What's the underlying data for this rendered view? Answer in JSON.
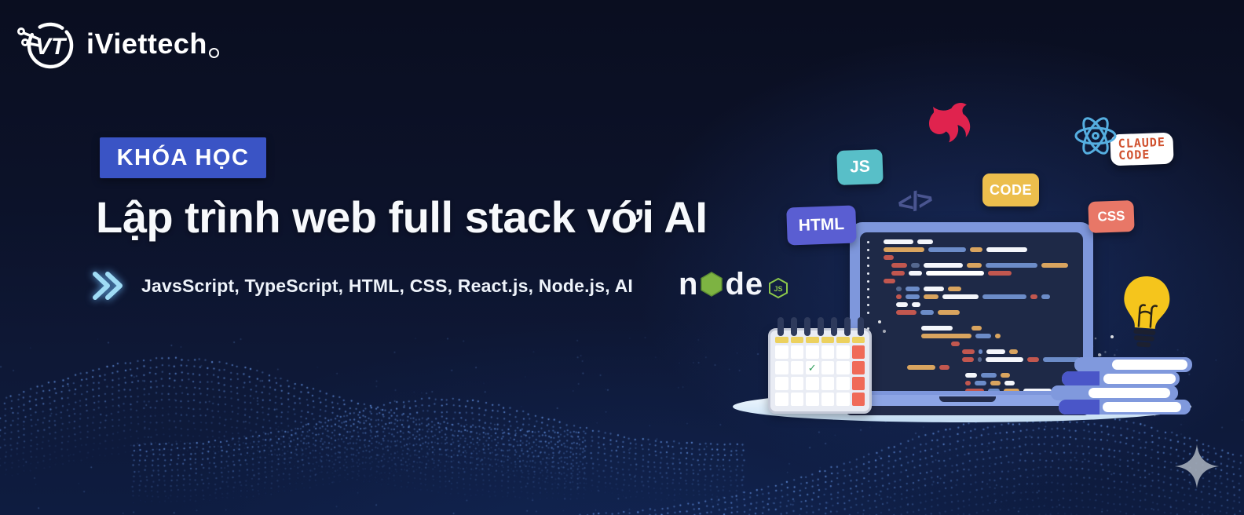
{
  "brand": {
    "name": "iViettech",
    "monogram": "VT"
  },
  "course_badge": {
    "label": "KHÓA HỌC",
    "color": "#3A54C5"
  },
  "title": "Lập trình web full stack với AI",
  "subtitle": "JavsScript, TypeScript, HTML, CSS, React.js, Node.js, AI",
  "tech_badges": [
    {
      "id": "js",
      "label": "JS",
      "color": "#58BFC8"
    },
    {
      "id": "code",
      "label": "CODE",
      "color": "#ECBE4D"
    },
    {
      "id": "html",
      "label": "HTML",
      "color": "#5A5ED2"
    },
    {
      "id": "css",
      "label": "CSS",
      "color": "#E87767"
    }
  ],
  "claude_badge": {
    "line1": "CLAUDE",
    "line2": "CODE",
    "text_color": "#D0502D"
  },
  "code_glyph": "</>",
  "node_logo": {
    "left": "n",
    "right": "d",
    "tail": "e",
    "suffix": "JS",
    "green": "#7DB342"
  },
  "icon_logos": [
    "nestjs",
    "react",
    "nodejs"
  ],
  "colors": {
    "background_top": "#0A0E20",
    "background_bottom": "#0E1C40",
    "accent_blue": "#3A54C5",
    "nest_red": "#E0234E",
    "react_blue": "#55AEE0",
    "node_green": "#7DB342",
    "bulb_yellow": "#F5C51C",
    "laptop_frame": "#7E97DC",
    "laptop_screen": "#1E2947",
    "wave_dot_blue": "#6E9AF0"
  },
  "illustration": {
    "code_colors": {
      "w": "#F4F6FB",
      "W": "#FFFFFF",
      "o": "#D9A45F",
      "b": "#6C8CC8",
      "r": "#C2574F",
      "s": "#55688F",
      "g": "transparent"
    },
    "code_lines": [
      {
        "d": true,
        "i": 18,
        "s": [
          [
            "w",
            38
          ],
          [
            "w",
            20
          ]
        ]
      },
      {
        "d": true,
        "i": 18,
        "s": [
          [
            "o",
            52
          ],
          [
            "b",
            48
          ],
          [
            "o",
            16
          ],
          [
            "w",
            52
          ]
        ]
      },
      {
        "d": true,
        "i": 18,
        "s": [
          [
            "r",
            13
          ]
        ]
      },
      {
        "d": true,
        "i": 28,
        "s": [
          [
            "r",
            20
          ],
          [
            "s",
            11
          ],
          [
            "w",
            50
          ],
          [
            "o",
            19
          ],
          [
            "b",
            66
          ],
          [
            "o",
            34
          ]
        ]
      },
      {
        "d": true,
        "i": 28,
        "s": [
          [
            "r",
            17
          ],
          [
            "w",
            17
          ],
          [
            "W",
            74
          ],
          [
            "r",
            30
          ]
        ]
      },
      {
        "d": true,
        "i": 18,
        "s": [
          [
            "r",
            15
          ]
        ]
      },
      {
        "d": true,
        "i": 34,
        "s": [
          [
            "s",
            7
          ],
          [
            "b",
            18
          ],
          [
            "w",
            26
          ],
          [
            "o",
            17
          ]
        ]
      },
      {
        "d": true,
        "i": 34,
        "s": [
          [
            "r",
            7
          ],
          [
            "b",
            18
          ],
          [
            "o",
            19
          ],
          [
            "w",
            46
          ],
          [
            "b",
            56
          ],
          [
            "r",
            9
          ],
          [
            "b",
            11
          ]
        ]
      },
      {
        "d": true,
        "i": 34,
        "s": [
          [
            "w",
            15
          ],
          [
            "w",
            11
          ]
        ]
      },
      {
        "d": true,
        "i": 34,
        "s": [
          [
            "r",
            26
          ],
          [
            "b",
            17
          ],
          [
            "o",
            28
          ]
        ]
      },
      {
        "d": false,
        "i": 34,
        "s": []
      },
      {
        "d": true,
        "i": 66,
        "s": [
          [
            "w",
            40
          ],
          [
            "g",
            14
          ],
          [
            "o",
            13
          ]
        ]
      },
      {
        "d": true,
        "i": 66,
        "s": [
          [
            "o",
            64
          ],
          [
            "b",
            20
          ],
          [
            "o",
            7
          ]
        ]
      },
      {
        "d": false,
        "i": 104,
        "s": [
          [
            "r",
            11
          ]
        ]
      },
      {
        "d": false,
        "i": 118,
        "s": [
          [
            "r",
            16
          ],
          [
            "b",
            5
          ],
          [
            "w",
            24
          ],
          [
            "o",
            11
          ]
        ]
      },
      {
        "d": false,
        "i": 118,
        "s": [
          [
            "r",
            15
          ],
          [
            "s",
            5
          ],
          [
            "w",
            48
          ],
          [
            "r",
            15
          ],
          [
            "b",
            48
          ],
          [
            "r",
            16
          ],
          [
            "s",
            7
          ]
        ]
      },
      {
        "d": false,
        "i": 48,
        "s": [
          [
            "o",
            36
          ],
          [
            "r",
            13
          ]
        ]
      },
      {
        "d": false,
        "i": 122,
        "s": [
          [
            "w",
            15
          ],
          [
            "b",
            20
          ],
          [
            "o",
            12
          ]
        ]
      },
      {
        "d": false,
        "i": 122,
        "s": [
          [
            "r",
            7
          ],
          [
            "b",
            15
          ],
          [
            "o",
            13
          ],
          [
            "w",
            13
          ]
        ]
      },
      {
        "d": false,
        "i": 122,
        "s": [
          [
            "r",
            24
          ],
          [
            "b",
            15
          ],
          [
            "o",
            20
          ],
          [
            "w",
            36
          ]
        ]
      }
    ],
    "calendar": {
      "rings": 7,
      "cols": 6,
      "rows": 4,
      "accent_col": 6,
      "check_row": 2,
      "check_col": 3,
      "check_glyph": "✓"
    }
  }
}
